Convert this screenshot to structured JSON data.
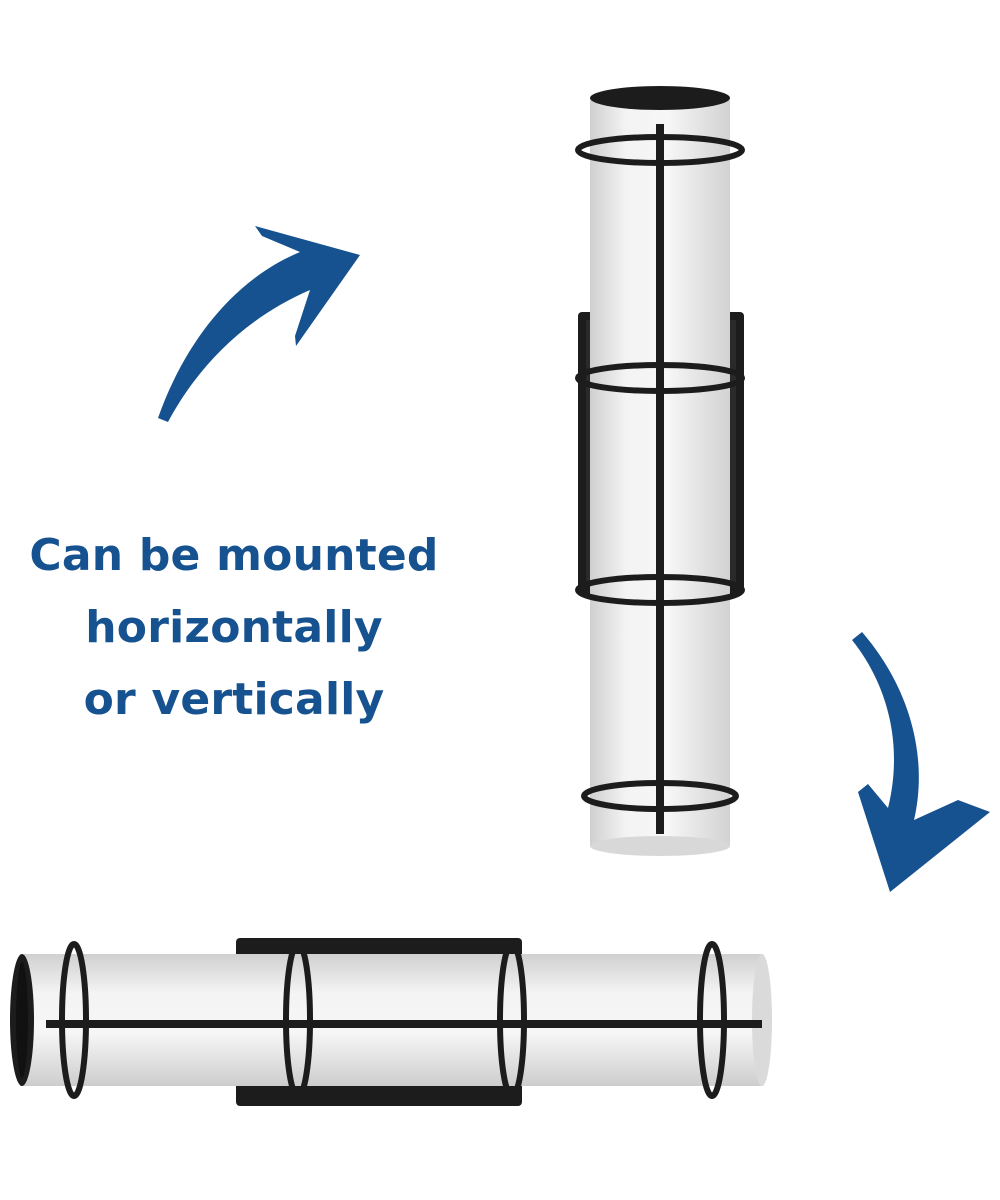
{
  "caption": {
    "lines": [
      "Can be mounted",
      "horizontally",
      "or vertically"
    ]
  },
  "colors": {
    "background": "#ffffff",
    "accent": "#16528f",
    "frame": "#1c1c1c",
    "glass": "#eeeeee"
  },
  "icons": {
    "arrow_up": "curved-arrow-up-right-icon",
    "arrow_down": "curved-arrow-down-right-icon"
  }
}
